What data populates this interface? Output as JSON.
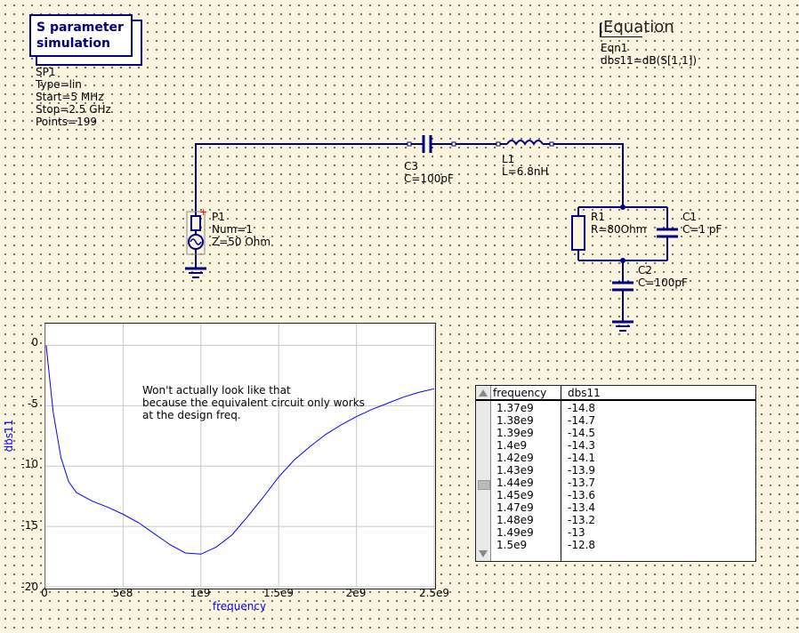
{
  "simulation": {
    "title_line1": "S parameter",
    "title_line2": "simulation",
    "params": [
      "SP1",
      "Type=lin",
      "Start=5 MHz",
      "Stop=2.5 GHz",
      "Points=199"
    ]
  },
  "equation": {
    "title": "Equation",
    "lines": [
      "Eqn1",
      "dbs11=dB(S[1,1])"
    ]
  },
  "components": {
    "P1": [
      "P1",
      "Num=1",
      "Z=50 Ohm"
    ],
    "C3": [
      "C3",
      "C=100pF"
    ],
    "L1": [
      "L1",
      "L=6.8nH"
    ],
    "R1": [
      "R1",
      "R=80Ohm"
    ],
    "C1": [
      "C1",
      "C=1 pF"
    ],
    "C2": [
      "C2",
      "C=100pF"
    ]
  },
  "note": [
    "Won't actually look like that",
    "because the equivalent circuit only works",
    "at the design freq."
  ],
  "colors": {
    "wire": "#000080",
    "curve": "#0000ff",
    "background": "#fbf5e0",
    "port_plus": "#ff0000"
  },
  "chart_data": {
    "type": "line",
    "xlabel": "frequency",
    "ylabel": "dbs11",
    "xlim": [
      0,
      2500000000
    ],
    "ylim": [
      -20,
      1.8
    ],
    "x_ticks": [
      "0",
      "5e8",
      "1e9",
      "1.5e9",
      "2e9",
      "2.5e9"
    ],
    "y_ticks": [
      "0",
      "-5",
      "-10",
      "-15",
      "-20"
    ],
    "grid": true,
    "series": [
      {
        "name": "dbs11",
        "x": [
          5000000,
          50000000,
          100000000,
          150000000,
          200000000,
          300000000,
          400000000,
          500000000,
          600000000,
          700000000,
          800000000,
          900000000,
          1000000000,
          1100000000,
          1200000000,
          1300000000,
          1400000000,
          1500000000,
          1600000000,
          1700000000,
          1800000000,
          1900000000,
          2000000000,
          2100000000,
          2200000000,
          2300000000,
          2400000000,
          2500000000
        ],
        "y": [
          0,
          -5.5,
          -9.3,
          -11.3,
          -12.2,
          -12.9,
          -13.4,
          -14.0,
          -14.7,
          -15.6,
          -16.5,
          -17.2,
          -17.3,
          -16.7,
          -15.7,
          -14.2,
          -12.6,
          -10.9,
          -9.5,
          -8.4,
          -7.4,
          -6.6,
          -5.9,
          -5.3,
          -4.8,
          -4.3,
          -3.9,
          -3.6
        ]
      }
    ]
  },
  "table": {
    "headers": [
      "frequency",
      "dbs11"
    ],
    "rows": [
      [
        "1.37e9",
        "-14.8"
      ],
      [
        "1.38e9",
        "-14.7"
      ],
      [
        "1.39e9",
        "-14.5"
      ],
      [
        "1.4e9",
        "-14.3"
      ],
      [
        "1.42e9",
        "-14.1"
      ],
      [
        "1.43e9",
        "-13.9"
      ],
      [
        "1.44e9",
        "-13.7"
      ],
      [
        "1.45e9",
        "-13.6"
      ],
      [
        "1.47e9",
        "-13.4"
      ],
      [
        "1.48e9",
        "-13.2"
      ],
      [
        "1.49e9",
        "-13"
      ],
      [
        "1.5e9",
        "-12.8"
      ]
    ]
  }
}
